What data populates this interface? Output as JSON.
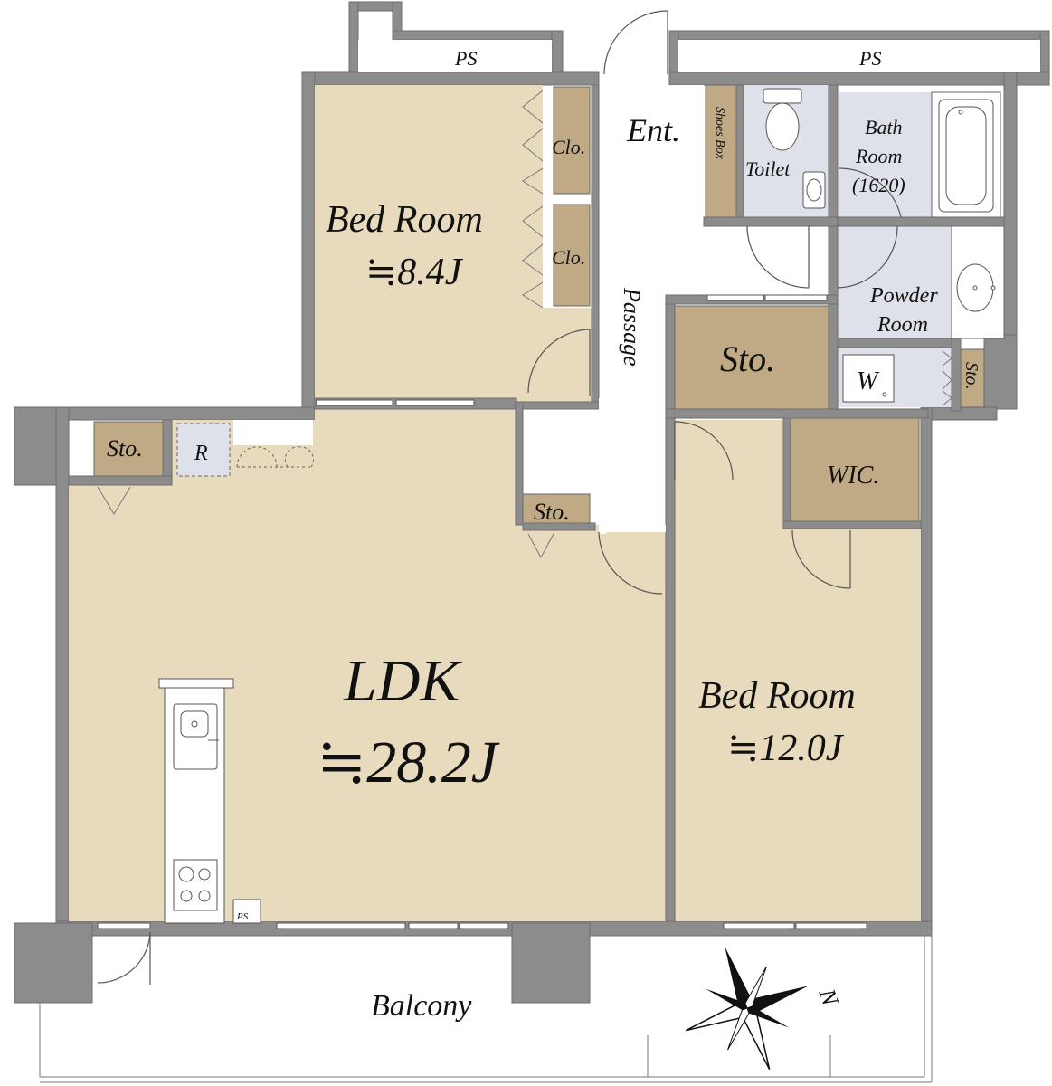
{
  "colors": {
    "wall": "#8c8c8c",
    "room_floor": "#e8dbbd",
    "wet_area": "#dfe1ea",
    "storage": "#c0aa85",
    "entrance": "#ffffff"
  },
  "labels": {
    "ps_left": "PS",
    "ps_right": "PS",
    "entrance": "Ent.",
    "shoes_box": "Shoes Box",
    "toilet": "Toilet",
    "bath_line1": "Bath",
    "bath_line2": "Room",
    "bath_line3": "(1620)",
    "closet_1": "Clo.",
    "closet_2": "Clo.",
    "bedroom1_name": "Bed Room",
    "bedroom1_size": "≒8.4J",
    "passage": "Passage",
    "powder_line1": "Powder",
    "powder_line2": "Room",
    "storage_center": "Sto.",
    "washer": "W",
    "storage_right": "Sto.",
    "storage_ldk_left": "Sto.",
    "refrigerator": "R",
    "storage_ldk_mid": "Sto.",
    "wic": "WIC.",
    "ldk_name": "LDK",
    "ldk_size": "≒28.2J",
    "bedroom2_name": "Bed Room",
    "bedroom2_size": "≒12.0J",
    "ps_kitchen": "PS",
    "balcony": "Balcony",
    "north": "N"
  }
}
